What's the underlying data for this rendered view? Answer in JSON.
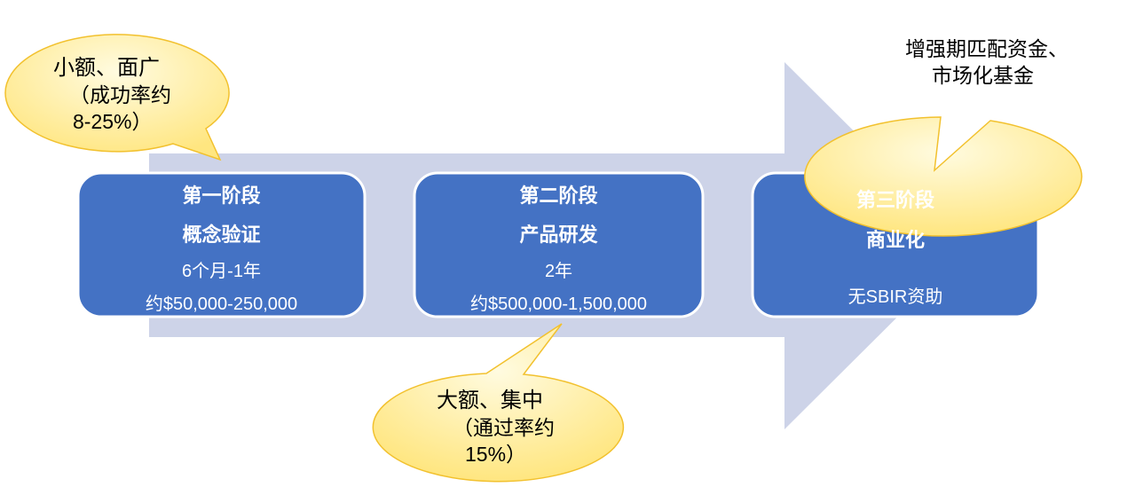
{
  "colors": {
    "arrow": "#CDD3E8",
    "box": "#4472C4",
    "callout_fill": "#FFF0A0",
    "callout_border": "#F2C12E"
  },
  "stages": [
    {
      "title": "第一阶段",
      "name": "概念验证",
      "duration": "6个月-1年",
      "funding": "约$50,000-250,000"
    },
    {
      "title": "第二阶段",
      "name": "产品研发",
      "duration": "2年",
      "funding": "约$500,000-1,500,000"
    },
    {
      "title": "第三阶段",
      "name": "商业化",
      "funding": "无SBIR资助"
    }
  ],
  "callouts": [
    {
      "line1": "小额、面广",
      "line2": "（成功率约",
      "line3": "8-25%）"
    },
    {
      "line1": "大额、集中",
      "line2": "（通过率约",
      "line3": "15%）"
    },
    {
      "line1": "增强期匹配资金、",
      "line2": "市场化基金"
    }
  ]
}
